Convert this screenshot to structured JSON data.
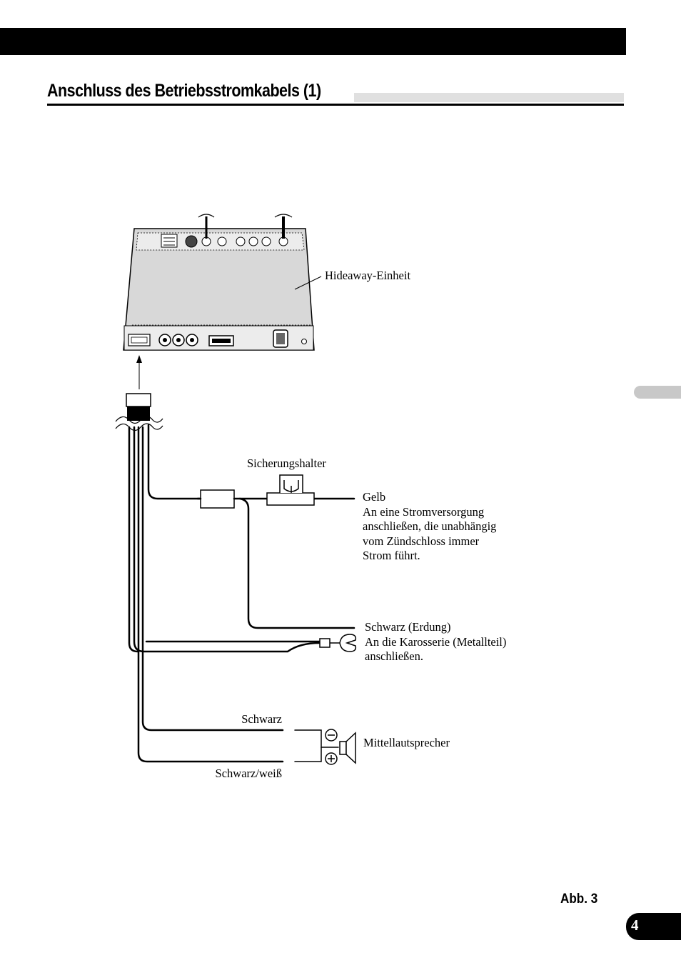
{
  "page": {
    "title": "Anschluss des Betriebsstromkabels (1)",
    "figure_label": "Abb. 3",
    "page_number": "4"
  },
  "diagram": {
    "unit_label": "Hideaway-Einheit",
    "fuse_holder_label": "Sicherungshalter",
    "yellow": {
      "color_name": "Gelb",
      "lines": [
        "An eine Stromversorgung",
        "anschließen, die unabhängig",
        "vom Zündschloss immer",
        "Strom führt."
      ]
    },
    "ground": {
      "color_name": "Schwarz (Erdung)",
      "lines": [
        "An die Karosserie (Metallteil)",
        "anschließen."
      ]
    },
    "speaker": {
      "label": "Mittellautsprecher",
      "wire_black": "Schwarz",
      "wire_black_white": "Schwarz/weiß"
    }
  },
  "colors": {
    "bar": "#000000",
    "heading_accent": "#e0e0e0",
    "side_tab": "#c8c8c8",
    "unit_fill": "#d8d8d8"
  }
}
